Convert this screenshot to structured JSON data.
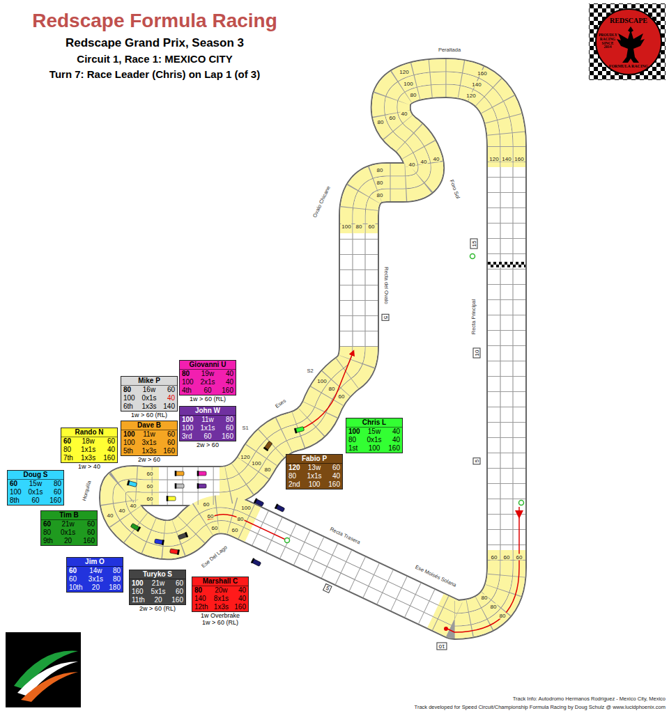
{
  "diagram": {
    "title": "Redscape Formula Racing",
    "nodes": [
      {
        "text": [
          "Giovanni U",
          "80",
          "19w",
          "40",
          "100",
          "2x1s",
          "40",
          "4th",
          "60",
          "160",
          "1w > 60 (RL)"
        ]
      },
      {
        "text": [
          "Mike P",
          "80",
          "16w",
          "60",
          "100",
          "0x1s",
          "40",
          "6th",
          "1x3s",
          "140",
          "1w > 60 (RL)"
        ]
      },
      {
        "text": [
          "John W",
          "100",
          "11w",
          "80",
          "100",
          "1x1s",
          "60",
          "3rd",
          "60",
          "160",
          "2w > 60"
        ]
      },
      {
        "text": [
          "Chris L",
          "100",
          "15w",
          "40",
          "80",
          "0x1s",
          "40",
          "1st",
          "100",
          "160"
        ]
      },
      {
        "text": [
          "Dave B",
          "100",
          "11w",
          "60",
          "100",
          "3x1s",
          "60",
          "5th",
          "1x3s",
          "160",
          "2w > 60"
        ]
      },
      {
        "text": [
          "Rando N",
          "60",
          "18w",
          "60",
          "80",
          "1x1s",
          "40",
          "7th",
          "1x3s",
          "160",
          "1w > 40"
        ]
      },
      {
        "text": [
          "Fabio P",
          "120",
          "13w",
          "60",
          "80",
          "1x1s",
          "40",
          "2nd",
          "100",
          "160"
        ]
      },
      {
        "text": [
          "Doug S",
          "60",
          "15w",
          "80",
          "100",
          "0x1s",
          "60",
          "8th",
          "60",
          "160"
        ]
      },
      {
        "text": [
          "Tim B",
          "60",
          "21w",
          "60",
          "80",
          "0x1s",
          "60",
          "9th",
          "20",
          "160"
        ]
      },
      {
        "text": [
          "Jim O",
          "60",
          "14w",
          "80",
          "60",
          "3x1s",
          "80",
          "10th",
          "20",
          "180"
        ]
      },
      {
        "text": [
          "Turyko S",
          "100",
          "21w",
          "60",
          "160",
          "5x1s",
          "60",
          "11th",
          "20",
          "160",
          "2w > 60 (RL)"
        ]
      },
      {
        "text": [
          "Marshall C",
          "80",
          "20w",
          "40",
          "140",
          "8x1s",
          "40",
          "12th",
          "1x3s",
          "160",
          "1w Overbrake",
          "1w > 60 (RL)"
        ]
      }
    ],
    "labels": [
      "Redscape Grand Prix, Season 3",
      "Circuit 1, Race 1: MEXICO CITY",
      "Turn 7: Race Leader (Chris) on Lap 1 (of 3)",
      "REDSCAPE",
      "PROUDLY RACING SINCE 2014",
      "FORMULA RACING",
      "Peraltada",
      "Ovalo Chicane",
      "Foro Sol",
      "Recta del Ovalo",
      "Recta Principal",
      "Eses",
      "S2",
      "S1",
      "Horquilla",
      "Ese Del Lago",
      "Recta Trasera",
      "Ese Moisés Solana",
      "15",
      "10",
      "5",
      "5",
      "5",
      "10",
      "Track Info: Autodromo Hermanos Rodriguez - Mexico City, Mexico",
      "Track developed for Speed Circuit/Championship Formula Racing by Doug Schulz @ www.lucidphoenix.com",
      "120",
      "100",
      "80",
      "160",
      "140",
      "120",
      "120",
      "140",
      "160",
      "80",
      "60",
      "40",
      "40",
      "40",
      "40",
      "80",
      "80",
      "80",
      "100",
      "80",
      "60",
      "100",
      "80",
      "60",
      "120",
      "100",
      "80",
      "60",
      "60",
      "60",
      "40",
      "40",
      "40",
      "60",
      "60",
      "60",
      "100",
      "80",
      "60",
      "60",
      "60",
      "60",
      "80",
      "80",
      "80"
    ]
  }
}
